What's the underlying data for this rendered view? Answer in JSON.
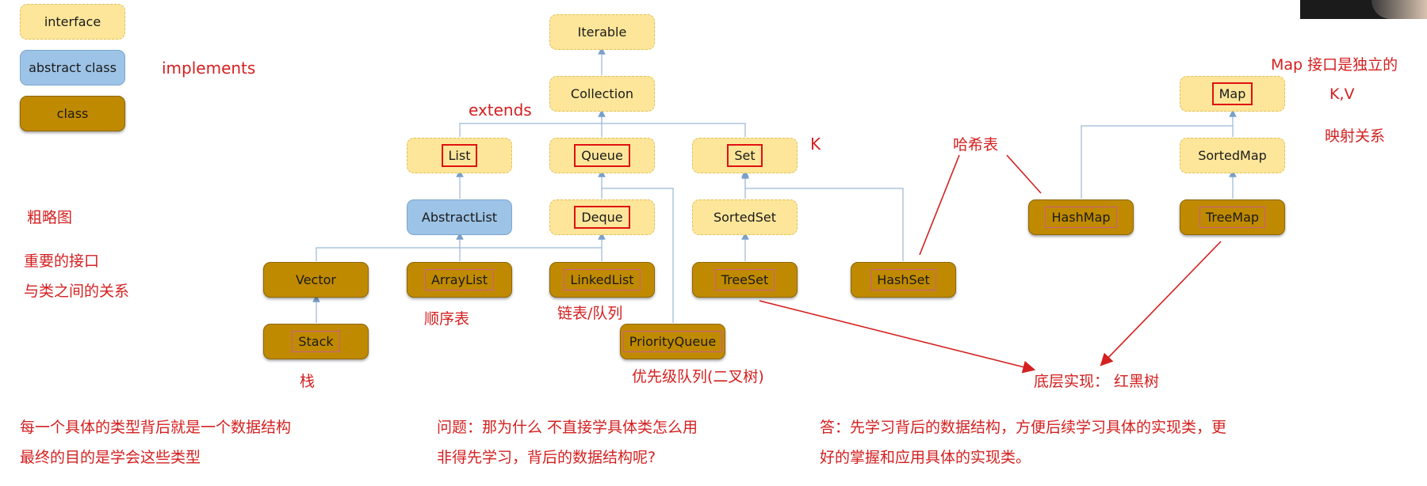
{
  "legend": {
    "interface": "interface",
    "abstract_class": "abstract class",
    "class": "class"
  },
  "colors": {
    "interface": "#fde69a",
    "abstract_class": "#9dc3e6",
    "class": "#c08a00",
    "annotation": "#d42020"
  },
  "nodes": {
    "iterable": "Iterable",
    "collection": "Collection",
    "list": "List",
    "queue": "Queue",
    "set": "Set",
    "abstractlist": "AbstractList",
    "deque": "Deque",
    "sortedset": "SortedSet",
    "vector": "Vector",
    "arraylist": "ArrayList",
    "linkedlist": "LinkedList",
    "treeset": "TreeSet",
    "hashset": "HashSet",
    "stack": "Stack",
    "priorityqueue": "PriorityQueue",
    "map": "Map",
    "sortedmap": "SortedMap",
    "hashmap": "HashMap",
    "treemap": "TreeMap"
  },
  "annotations": {
    "implements": "implements",
    "extends": "extends",
    "k": "K",
    "rough_diagram": "粗略图",
    "important_interfaces": "重要的接口",
    "relation_with_classes": "与类之间的关系",
    "sequential_list": "顺序表",
    "linked_list_queue": "链表/队列",
    "stack": "栈",
    "priority_queue_note": "优先级队列(二叉树)",
    "hash_table": "哈希表",
    "map_independent": "Map 接口是独立的",
    "kv": "K,V",
    "mapping": "映射关系",
    "red_black_tree": "底层实现： 红黑树"
  },
  "bottom_text": {
    "left_line1": "每一个具体的类型背后就是一个数据结构",
    "left_line2": "最终的目的是学会这些类型",
    "mid_line1": "问题：那为什么  不直接学具体类怎么用",
    "mid_line2": "非得先学习，背后的数据结构呢?",
    "right_line1": "答：先学习背后的数据结构，方便后续学习具体的实现类，更",
    "right_line2": "好的掌握和应用具体的实现类。"
  }
}
